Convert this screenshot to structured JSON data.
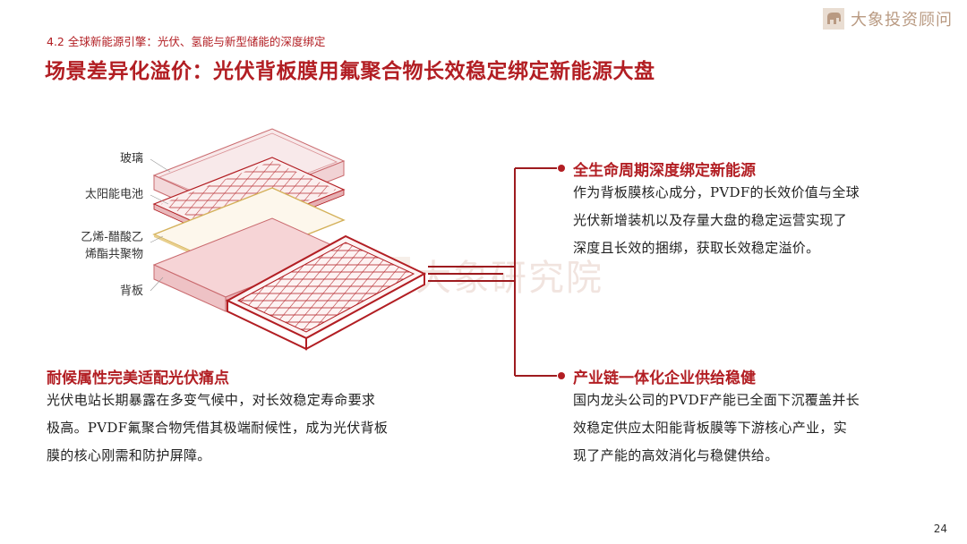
{
  "header": {
    "section_label": "4.2 全球新能源引擎：光伏、氢能与新型储能的深度绑定",
    "title": "场景差异化溢价：光伏背板膜用氟聚合物长效稳定绑定新能源大盘"
  },
  "brand": {
    "name": "大象投资顾问",
    "logo_icon": "elephant-logo-icon"
  },
  "watermark": {
    "text": "大象研究院"
  },
  "diagram": {
    "layers": [
      {
        "label": "玻璃"
      },
      {
        "label": "太阳能电池"
      },
      {
        "label_line1": "乙烯-醋酸乙",
        "label_line2": "烯酯共聚物"
      },
      {
        "label": "背板"
      }
    ]
  },
  "blocks": {
    "lifecycle": {
      "title": "全生命周期深度绑定新能源",
      "lines": [
        "作为背板膜核心成分，PVDF的长效价值与全球",
        "光伏新增装机以及存量大盘的稳定运营实现了",
        "深度且长效的捆绑，获取长效稳定溢价。"
      ]
    },
    "weather": {
      "title": "耐候属性完美适配光伏痛点",
      "lines": [
        "光伏电站长期暴露在多变气候中，对长效稳定寿命要求",
        "极高。PVDF氟聚合物凭借其极端耐候性，成为光伏背板",
        "膜的核心刚需和防护屏障。"
      ]
    },
    "supply": {
      "title": "产业链一体化企业供给稳健",
      "lines": [
        "国内龙头公司的PVDF产能已全面下沉覆盖并长",
        "效稳定供应太阳能背板膜等下游核心产业，实",
        "现了产能的高效消化与稳健供给。"
      ]
    }
  },
  "page_number": "24",
  "colors": {
    "accent": "#b21e23",
    "glass_fill": "#f6e3e4",
    "eva_line": "#d4b15a",
    "backsheet_fill": "#f0c9cb"
  }
}
